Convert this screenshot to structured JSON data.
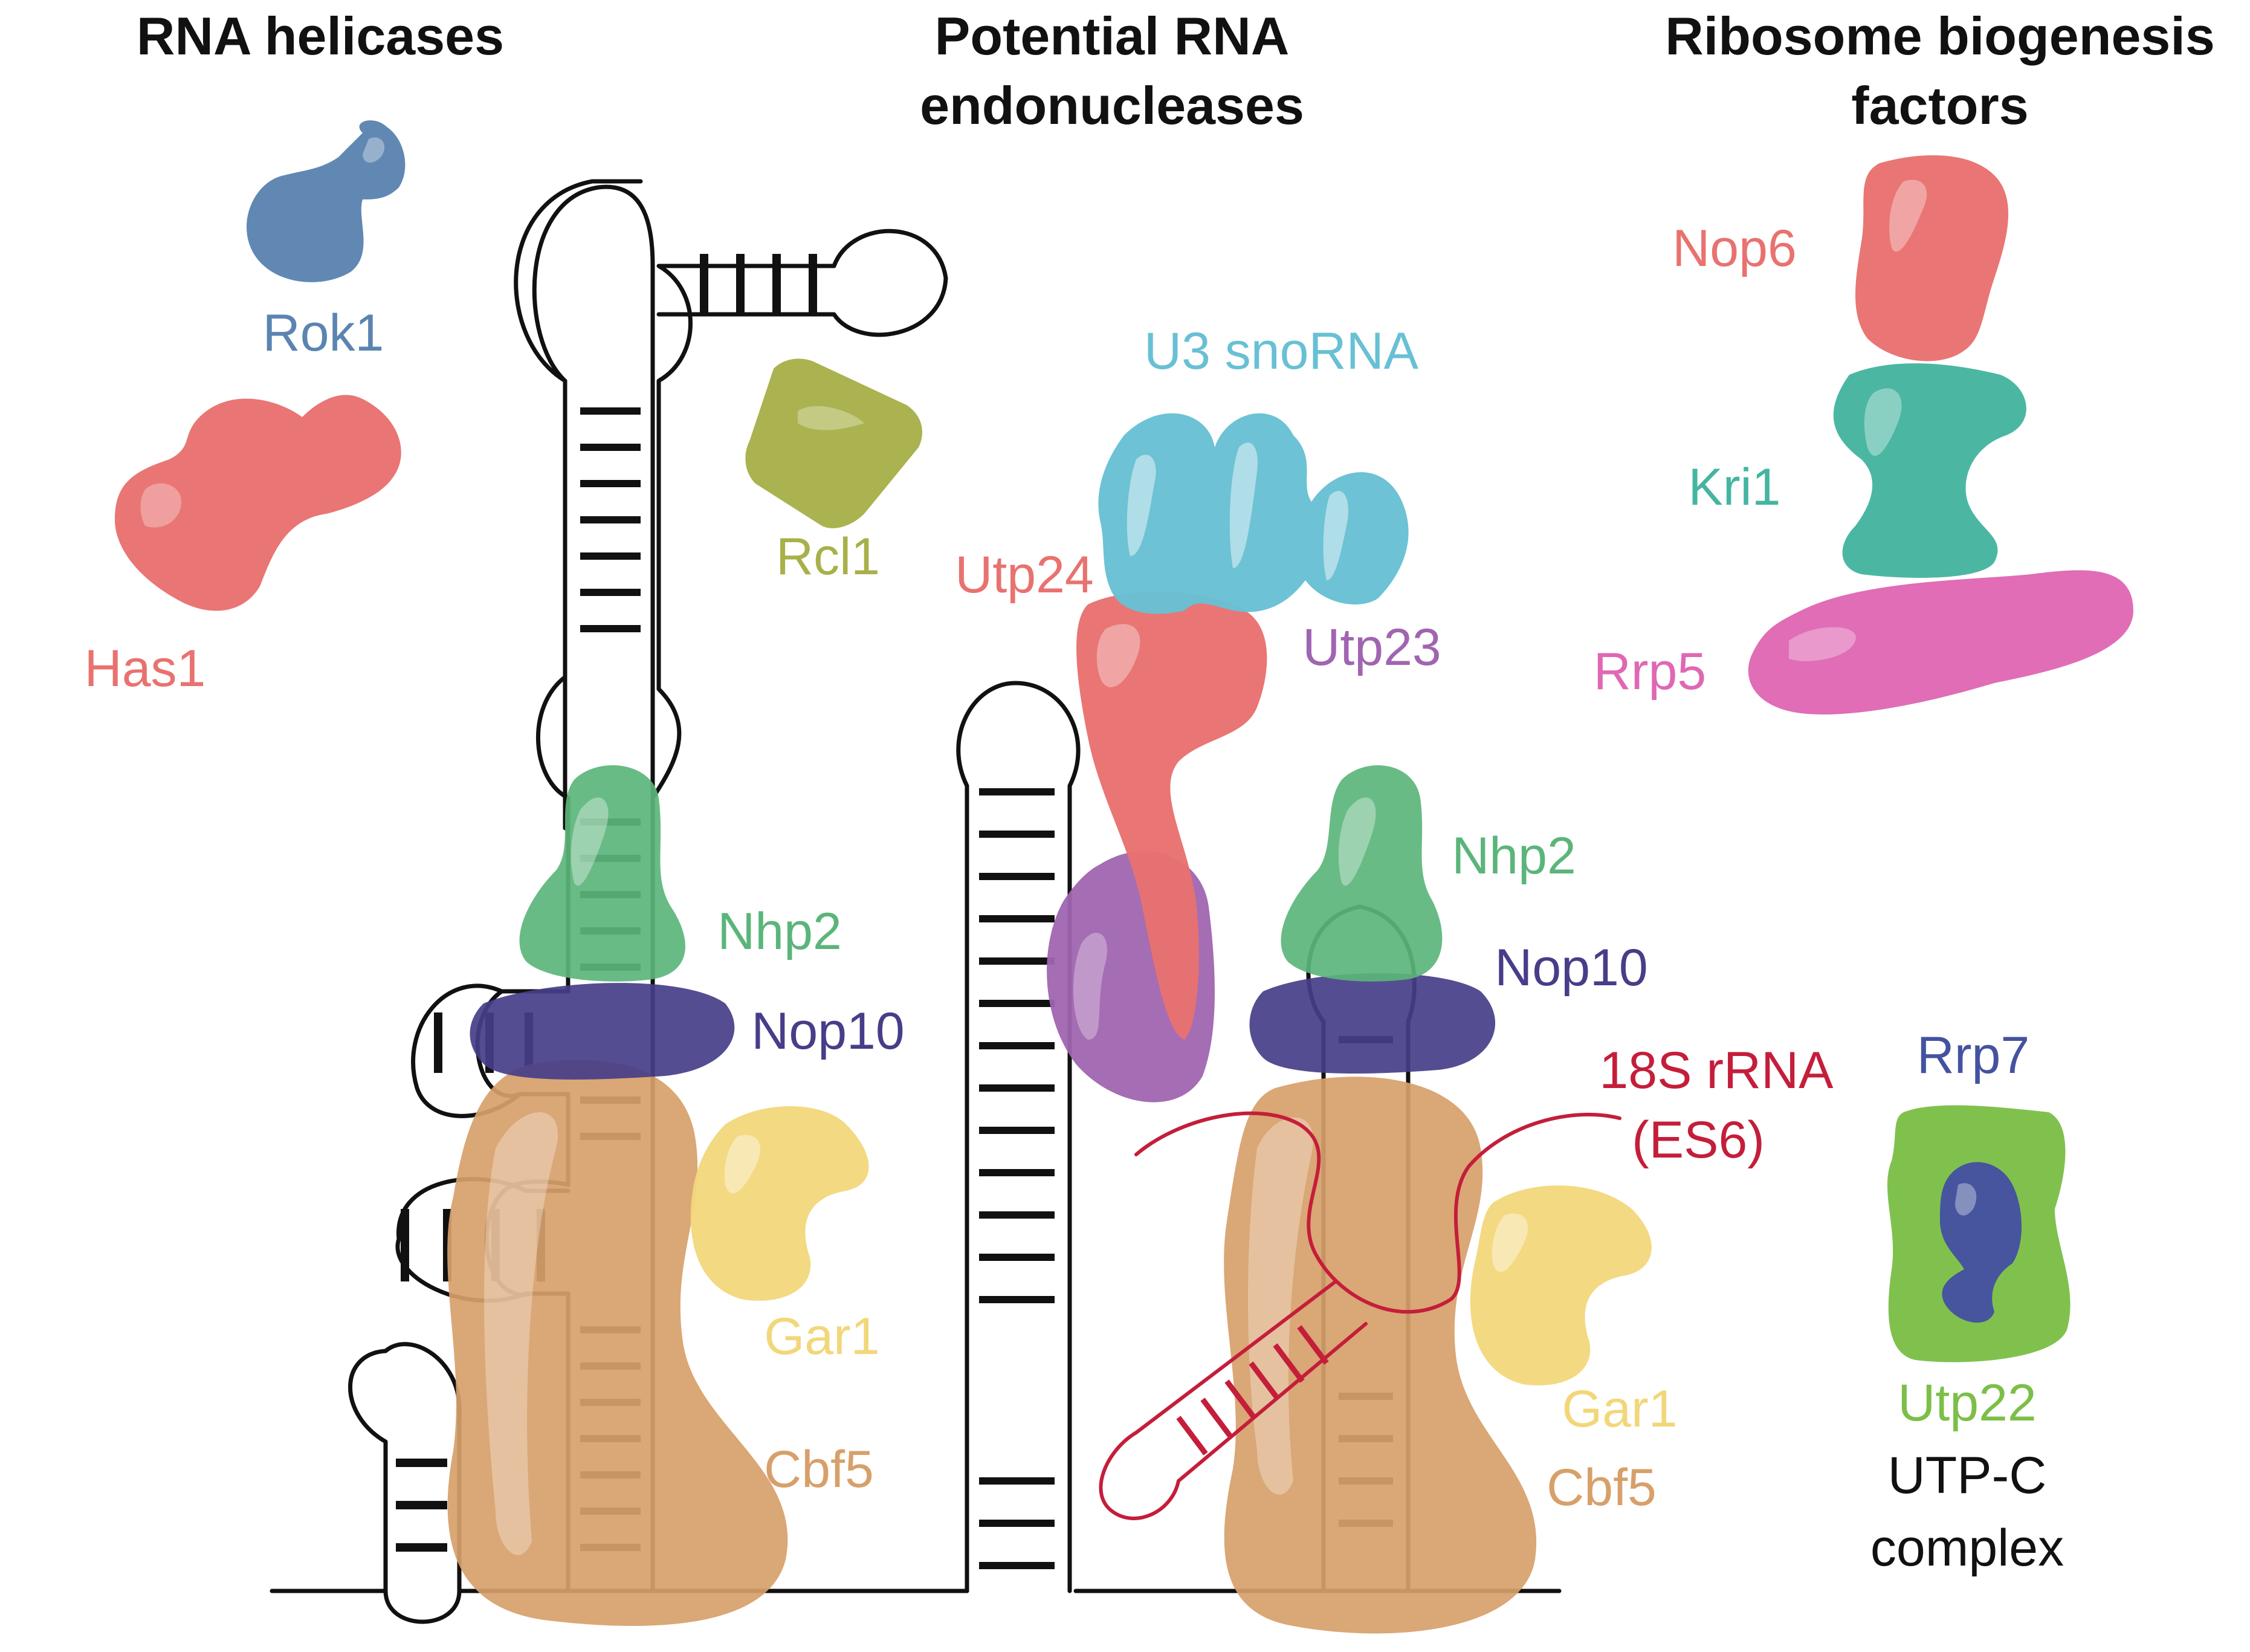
{
  "headers": {
    "helicases": "RNA helicases",
    "endonucleases_line1": "Potential RNA",
    "endonucleases_line2": "endonucleases",
    "biogenesis_line1": "Ribosome biogenesis",
    "biogenesis_line2": "factors"
  },
  "labels": {
    "rok1": "Rok1",
    "has1": "Has1",
    "rcl1": "Rcl1",
    "u3": "U3 snoRNA",
    "utp24": "Utp24",
    "utp23": "Utp23",
    "nop6": "Nop6",
    "kri1": "Kri1",
    "rrp5": "Rrp5",
    "nhp2_left": "Nhp2",
    "nop10_left": "Nop10",
    "gar1_left": "Gar1",
    "cbf5_left": "Cbf5",
    "nhp2_right": "Nhp2",
    "nop10_right": "Nop10",
    "rrna_line1": "18S rRNA",
    "rrna_line2": "(ES6)",
    "gar1_right": "Gar1",
    "cbf5_right": "Cbf5",
    "rrp7": "Rrp7",
    "utp22": "Utp22",
    "utpc_line1": "UTP-C",
    "utpc_line2": "complex"
  },
  "colors": {
    "rok1": "#5b84b1",
    "has1": "#e8726f",
    "rcl1": "#a8b04a",
    "u3": "#68c0d4",
    "utp24": "#e8726f",
    "utp23": "#a065b0",
    "nop6": "#e8726f",
    "kri1": "#45b5a0",
    "rrp5": "#df68b4",
    "nhp2": "#5bb57a",
    "nop10": "#463e88",
    "gar1": "#f2d77a",
    "cbf5": "#d7a06a",
    "rrna": "#c41e3a",
    "rrp7": "#4452a0",
    "utp22": "#7cbf48",
    "rna": "#111111"
  }
}
